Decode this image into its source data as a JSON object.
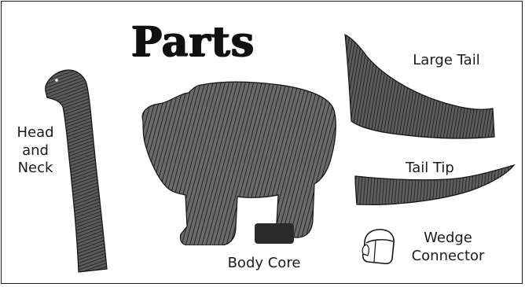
{
  "title": "Parts",
  "parts": {
    "head_and_neck": "Head\nand\nNeck",
    "body_core": "Body Core",
    "large_tail": "Large Tail",
    "tail_tip": "Tail Tip",
    "wedge_connector": "Wedge\nConnector"
  }
}
